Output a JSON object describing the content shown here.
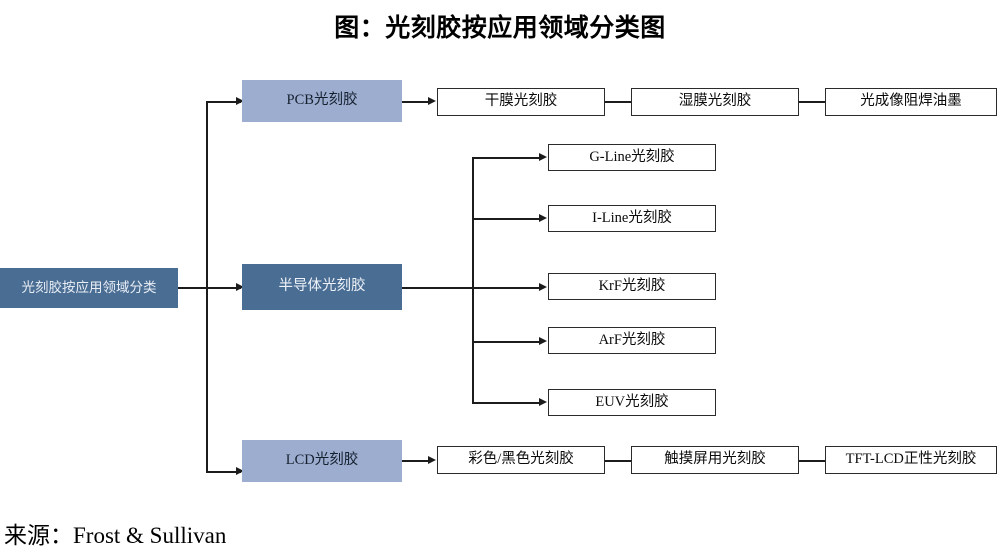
{
  "title": "图：光刻胶按应用领域分类图",
  "source": "来源：Frost & Sullivan",
  "colors": {
    "root_fill": "#4a6d94",
    "category_light_fill": "#9dadd0",
    "category_dark_fill": "#4a6d94",
    "leaf_fill": "#ffffff",
    "line": "#1c1c1c",
    "text_dark": "#0b0b0b",
    "text_light": "#eef2f8"
  },
  "root": {
    "label": "光刻胶按应用领域分类"
  },
  "branches": [
    {
      "label": "PCB光刻胶",
      "style": "light",
      "children": [
        {
          "label": "干膜光刻胶"
        },
        {
          "label": "湿膜光刻胶"
        },
        {
          "label": "光成像阻焊油墨"
        }
      ]
    },
    {
      "label": "半导体光刻胶",
      "style": "dark",
      "children": [
        {
          "label": "G-Line光刻胶"
        },
        {
          "label": "I-Line光刻胶"
        },
        {
          "label": "KrF光刻胶"
        },
        {
          "label": "ArF光刻胶"
        },
        {
          "label": "EUV光刻胶"
        }
      ]
    },
    {
      "label": "LCD光刻胶",
      "style": "light",
      "children": [
        {
          "label": "彩色/黑色光刻胶"
        },
        {
          "label": "触摸屏用光刻胶"
        },
        {
          "label": "TFT-LCD正性光刻胶"
        }
      ]
    }
  ]
}
